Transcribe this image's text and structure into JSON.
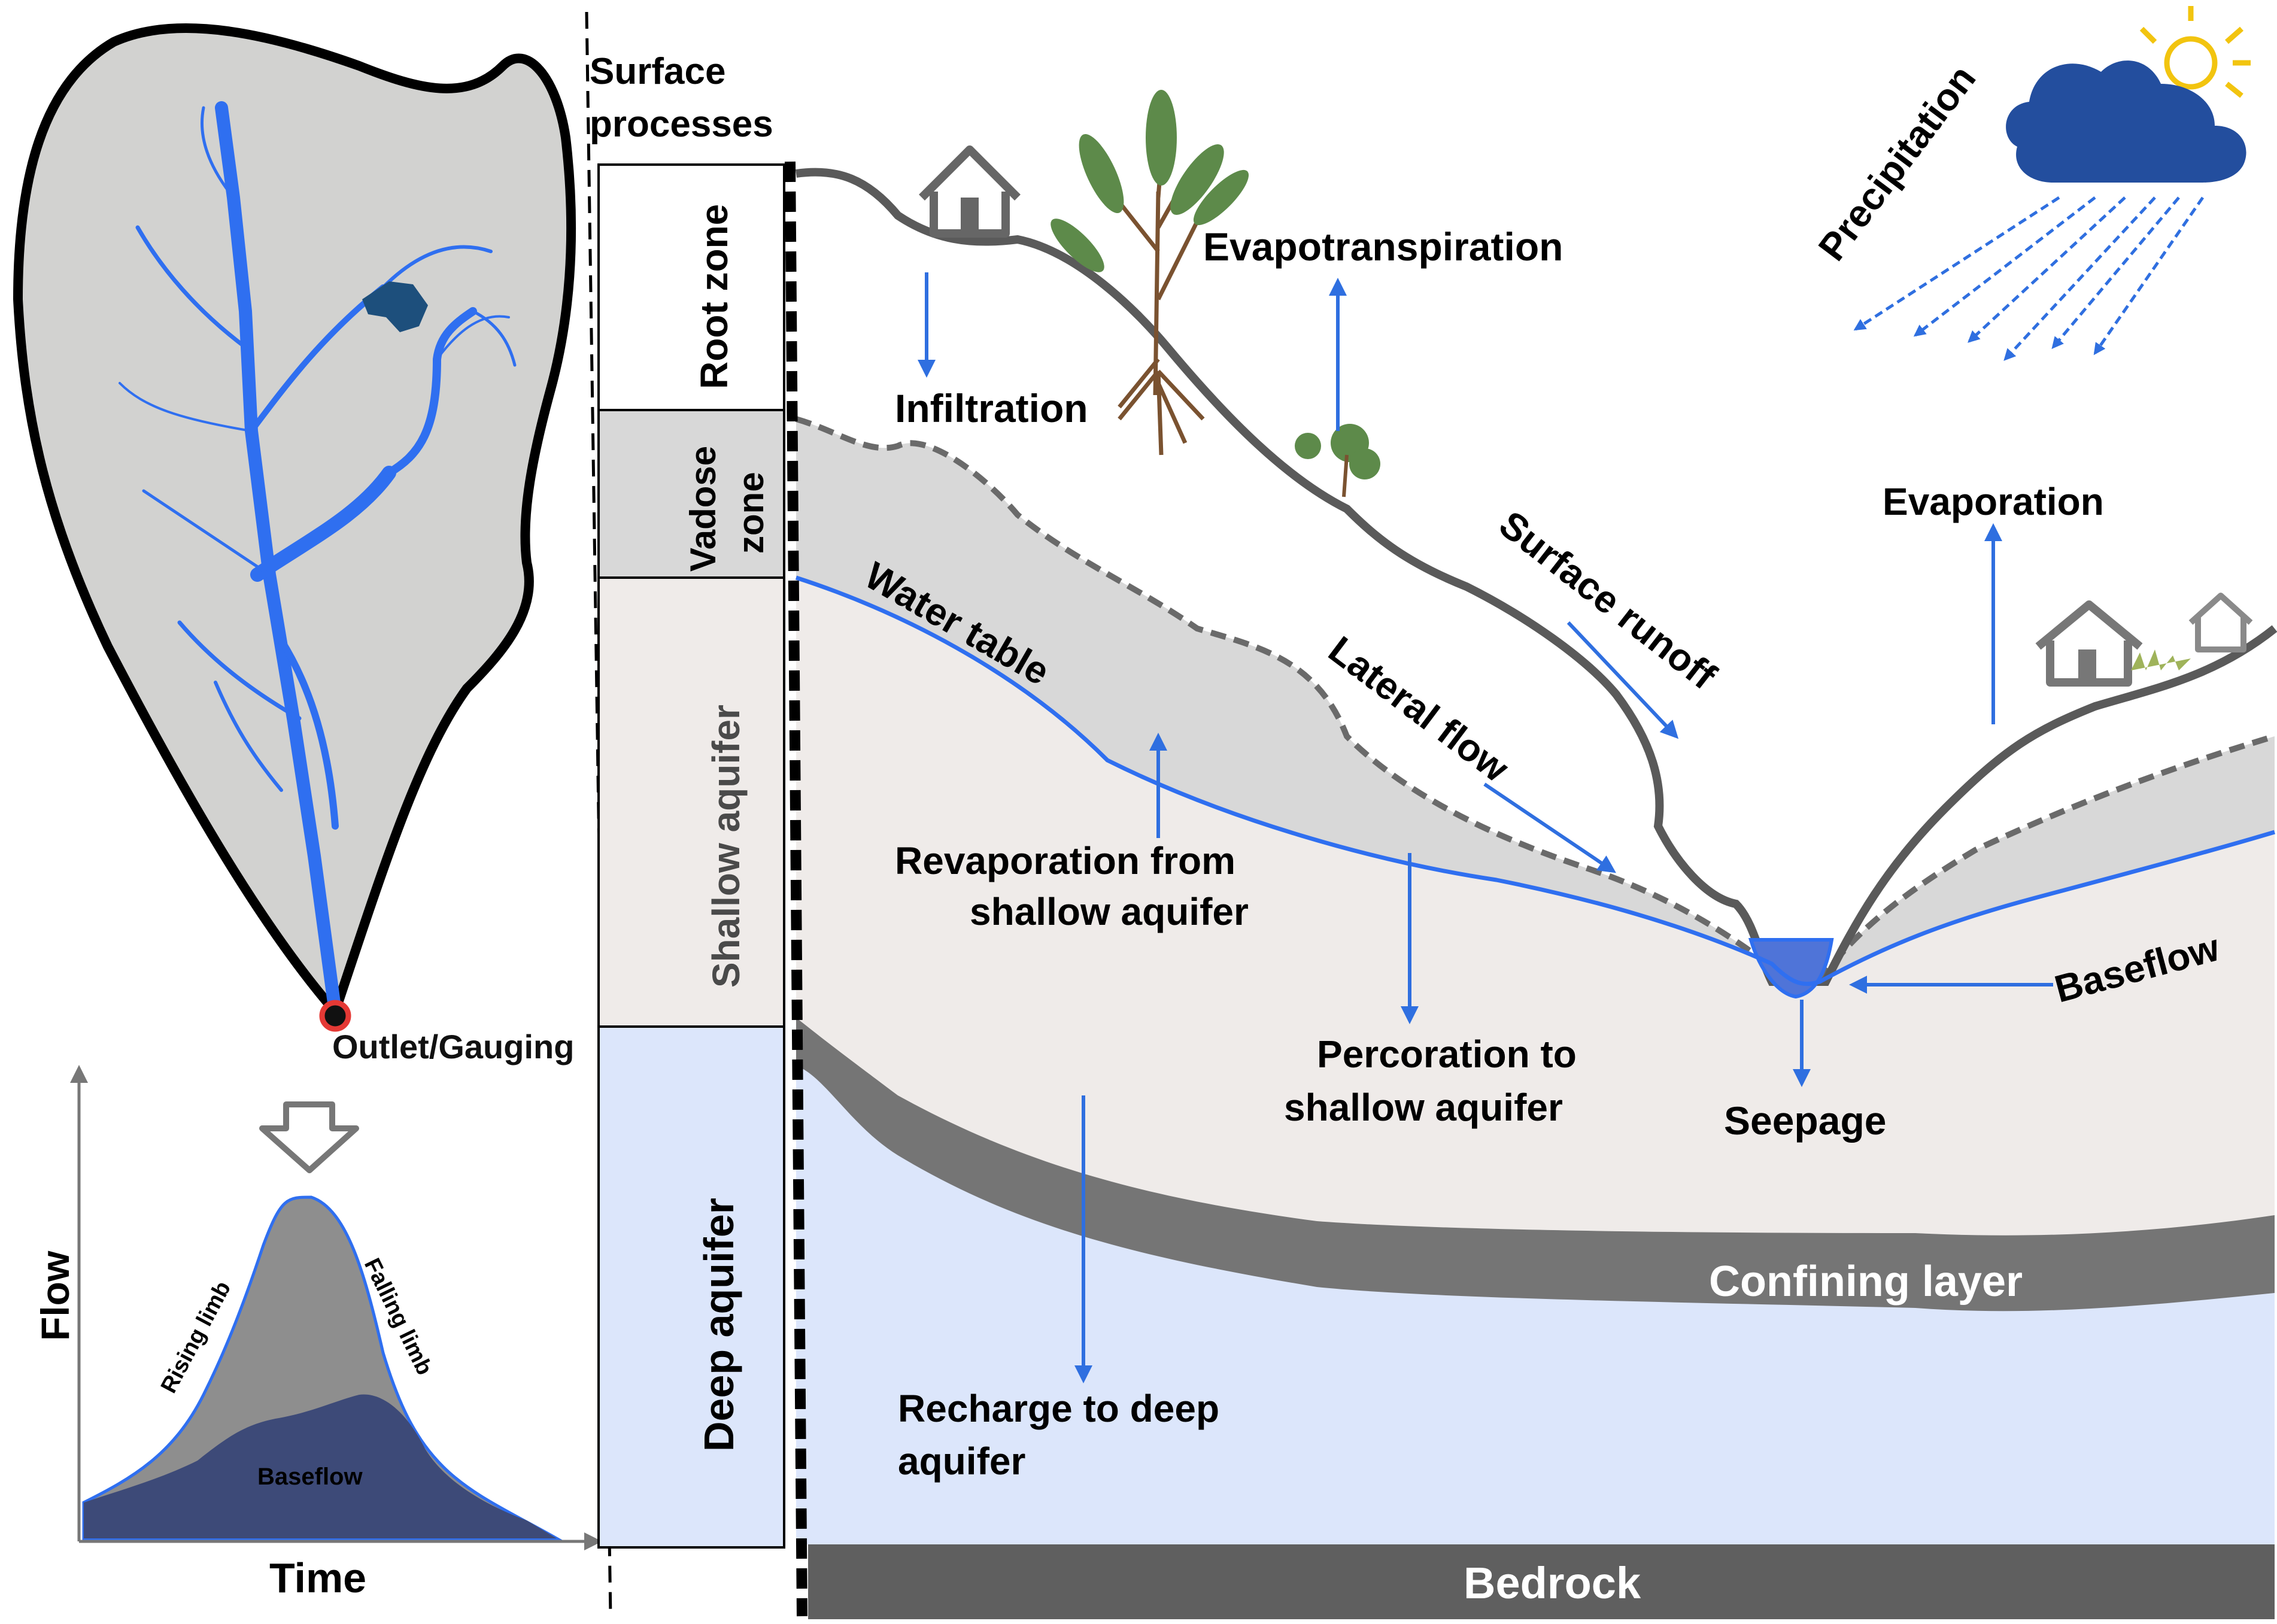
{
  "labels": {
    "surface_processes_line1": "Surface",
    "surface_processes_line2": "processes",
    "root_zone": "Root zone",
    "vadose_zone_line1": "Vadose",
    "vadose_zone_line2": "zone",
    "shallow_aquifer": "Shallow aquifer",
    "deep_aquifer": "Deep aquifer",
    "bedrock": "Bedrock",
    "confining_layer": "Confining layer",
    "outlet_gauging": "Outlet/Gauging",
    "precipitation": "Precipitation",
    "evapotranspiration": "Evapotranspiration",
    "infiltration": "Infiltration",
    "evaporation": "Evaporation",
    "surface_runoff": "Surface runoff",
    "lateral_flow": "Lateral flow",
    "water_table": "Water table",
    "revaporation_line1": "Revaporation  from",
    "revaporation_line2": "shallow aquifer",
    "percolation_line1": "Percoration to",
    "percolation_line2": "shallow  aquifer",
    "baseflow": "Baseflow",
    "seepage": "Seepage",
    "recharge_line1": "Recharge  to deep",
    "recharge_line2": "aquifer"
  },
  "hydrograph": {
    "x_label": "Time",
    "y_label": "Flow",
    "rising_limb": "Rising limb",
    "falling_limb": "Falling limb",
    "baseflow": "Baseflow"
  },
  "colors": {
    "flow_arrow": "#2f6fe0",
    "stream": "#2f6ff0",
    "watershed_fill": "#d2d2d0",
    "vadose": "#d8d8d8",
    "shallow": "#efebe9",
    "deep": "#dce6fb",
    "confining": "#757575",
    "bedrock": "#5f5f5f",
    "cloud": "#234e9e",
    "sun": "#f2c40f",
    "tree": "#5d8a4a"
  }
}
